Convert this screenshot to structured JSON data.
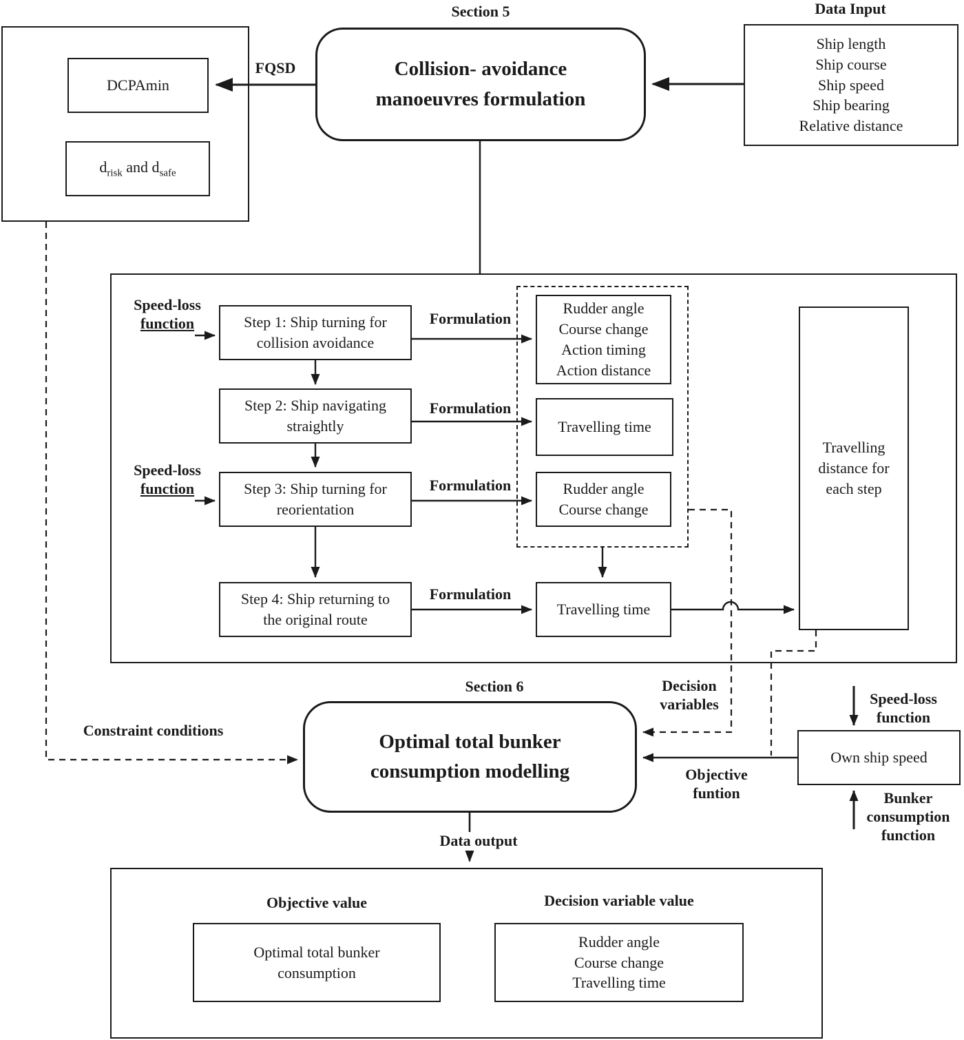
{
  "colors": {
    "ink": "#1a1a1a",
    "bg": "#ffffff"
  },
  "top": {
    "section5": "Section 5",
    "data_input_title": "Data Input",
    "collision": {
      "l1": "Collision- avoidance",
      "l2": "manoeuvres formulation"
    },
    "fqsd": "FQSD",
    "data_input_lines": [
      "Ship length",
      "Ship course",
      "Ship speed",
      "Ship bearing",
      "Relative distance"
    ],
    "dcpamin": "DCPAmin",
    "drisk": {
      "t1": "d",
      "s1": "risk",
      "t2": " and d",
      "s2": "safe"
    }
  },
  "middle": {
    "speed_loss": {
      "l1": "Speed-loss",
      "l2": "function"
    },
    "formulation": "Formulation",
    "steps": [
      {
        "l1": "Step 1: Ship turning for",
        "l2": "collision avoidance"
      },
      {
        "l1": "Step 2: Ship navigating",
        "l2": "straightly"
      },
      {
        "l1": "Step 3: Ship turning for",
        "l2": "reorientation"
      },
      {
        "l1": "Step 4: Ship returning to",
        "l2": "the original route"
      }
    ],
    "action_box_lines": [
      "Rudder angle",
      "Course change",
      "Action timing",
      "Action distance"
    ],
    "travelling_time_1": "Travelling time",
    "reorient_box_lines": [
      "Rudder angle",
      "Course change"
    ],
    "travelling_time_2": "Travelling time",
    "travelling_distance_lines": [
      "Travelling",
      "distance for",
      "each step"
    ]
  },
  "bottom": {
    "section6": "Section 6",
    "optimal": {
      "l1": "Optimal total bunker",
      "l2": "consumption modelling"
    },
    "constraint": "Constraint conditions",
    "decision_variables": {
      "l1": "Decision",
      "l2": "variables"
    },
    "objective_funtion": {
      "l1": "Objective",
      "l2": "funtion"
    },
    "own_ship_speed": "Own ship speed",
    "speed_loss_right": {
      "l1": "Speed-loss",
      "l2": "function"
    },
    "bunker": {
      "l1": "Bunker",
      "l2": "consumption",
      "l3": "function"
    },
    "data_output": "Data output",
    "objective_value": "Objective value",
    "optimal_total_lines": [
      "Optimal total bunker",
      "consumption"
    ],
    "decision_variable_value": "Decision variable value",
    "output_lines": [
      "Rudder angle",
      "Course change",
      "Travelling time"
    ]
  }
}
